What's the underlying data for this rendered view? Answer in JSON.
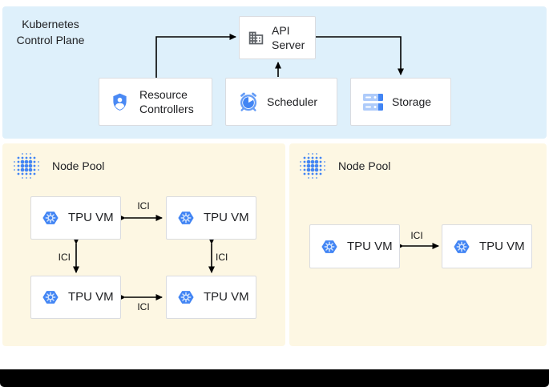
{
  "diagram": {
    "control_plane": {
      "title": "Kubernetes Control Plane",
      "nodes": {
        "api_server": "API Server",
        "resource_controllers": "Resource Controllers",
        "scheduler": "Scheduler",
        "storage": "Storage"
      }
    },
    "node_pools": [
      {
        "title": "Node Pool",
        "vms": [
          "TPU VM",
          "TPU VM",
          "TPU VM",
          "TPU VM"
        ]
      },
      {
        "title": "Node Pool",
        "vms": [
          "TPU VM",
          "TPU VM"
        ]
      }
    ],
    "link_label": "ICI",
    "colors": {
      "control_plane_bg": "#def0fb",
      "node_pool_bg": "#fdf7e3",
      "google_blue": "#4285f4",
      "google_blue_light": "#669df6",
      "google_blue_pale": "#aecbfa",
      "icon_gray": "#5f6368",
      "box_border": "#dadce0",
      "text": "#202124",
      "arrow": "#000000"
    }
  }
}
